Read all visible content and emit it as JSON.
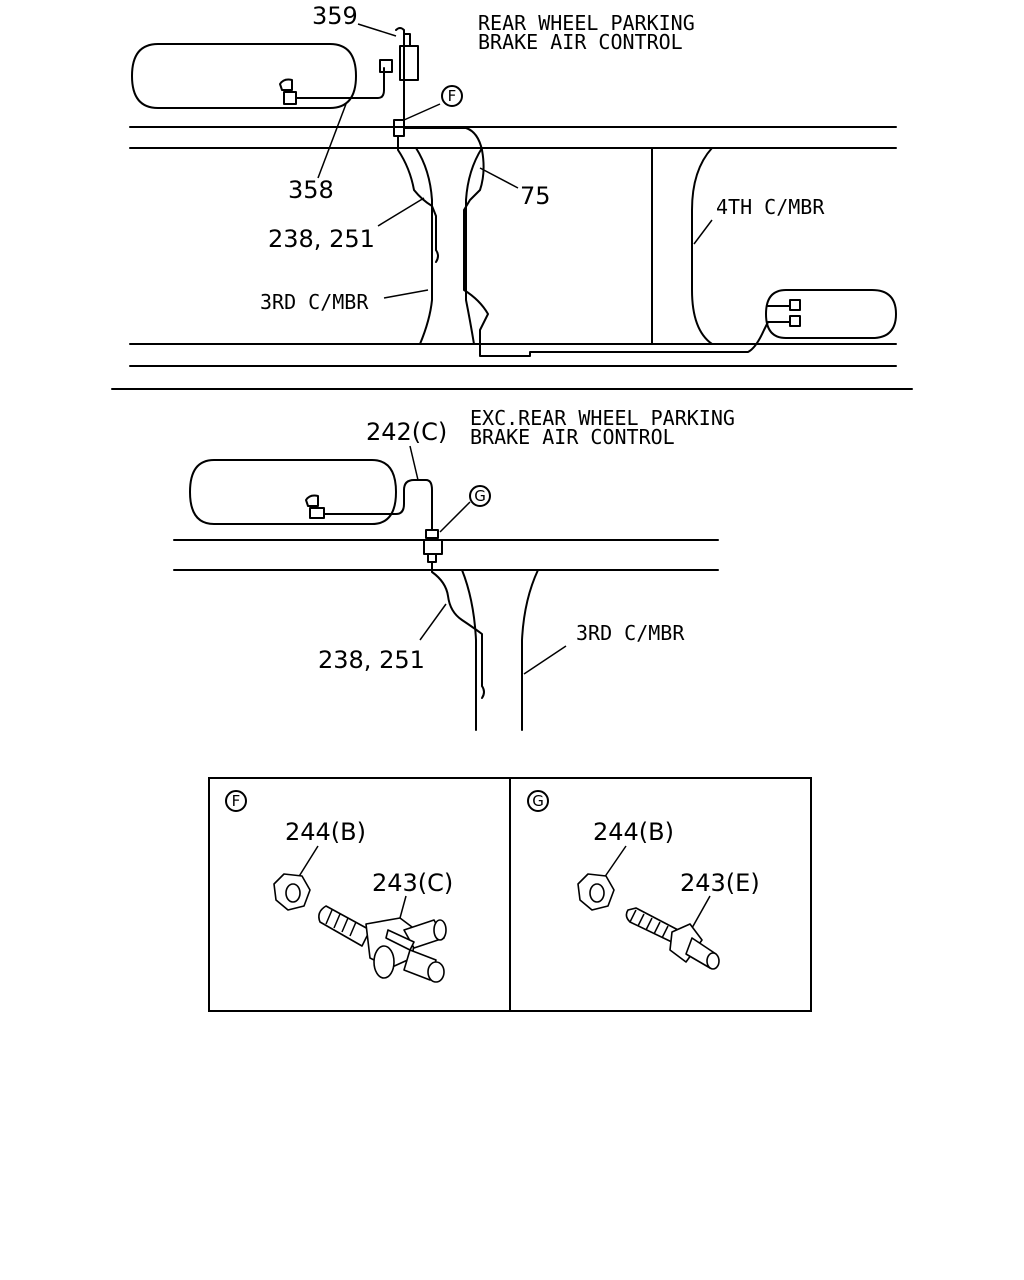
{
  "top_section": {
    "title_line1": "REAR WHEEL PARKING",
    "title_line2": "BRAKE AIR CONTROL",
    "callouts": {
      "p359": "359",
      "p358": "358",
      "p75": "75",
      "p238_251": "238, 251",
      "detail_f": "F"
    },
    "labels": {
      "third_cmbr": "3RD C/MBR",
      "fourth_cmbr": "4TH C/MBR"
    }
  },
  "bottom_section": {
    "title_line1": "EXC.REAR WHEEL PARKING",
    "title_line2": "BRAKE AIR CONTROL",
    "callouts": {
      "p242c": "242(C)",
      "p238_251": "238, 251",
      "detail_g": "G"
    },
    "labels": {
      "third_cmbr": "3RD C/MBR"
    }
  },
  "detail_panels": [
    {
      "marker": "F",
      "nut_label": "244(B)",
      "fitting_label": "243(C)"
    },
    {
      "marker": "G",
      "nut_label": "244(B)",
      "fitting_label": "243(E)"
    }
  ]
}
